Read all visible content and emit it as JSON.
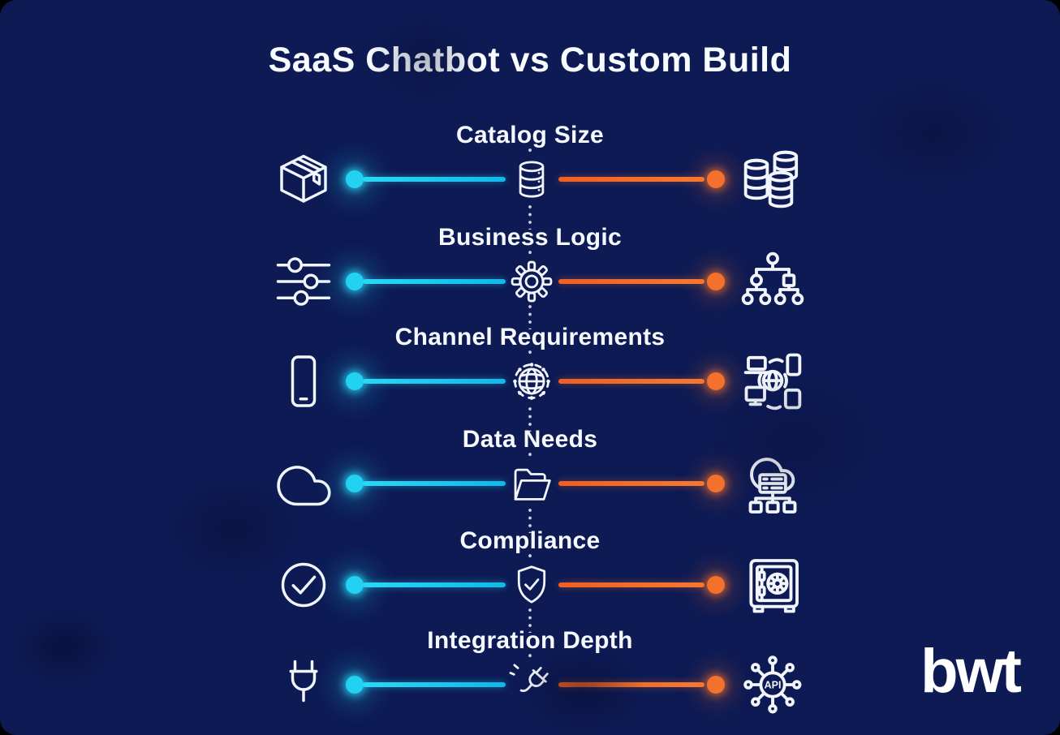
{
  "title": "SaaS Chatbot vs Custom Build",
  "colors": {
    "background": "#0d1a54",
    "icon_stroke": "#f2f6fc",
    "saas_accent": "#23d2f2",
    "custom_accent": "#f3702d"
  },
  "rows": [
    {
      "label": "Catalog Size",
      "left_icon": "package-box-icon",
      "center_icon": "database-icon",
      "right_icon": "database-cluster-icon"
    },
    {
      "label": "Business Logic",
      "left_icon": "sliders-icon",
      "center_icon": "gear-icon",
      "right_icon": "hierarchy-icon"
    },
    {
      "label": "Channel Requirements",
      "left_icon": "smartphone-icon",
      "center_icon": "network-globe-icon",
      "right_icon": "devices-network-icon"
    },
    {
      "label": "Data Needs",
      "left_icon": "cloud-icon",
      "center_icon": "open-folder-icon",
      "right_icon": "cloud-server-icon"
    },
    {
      "label": "Compliance",
      "left_icon": "check-circle-icon",
      "center_icon": "shield-check-icon",
      "right_icon": "vault-icon"
    },
    {
      "label": "Integration Depth",
      "left_icon": "plug-icon",
      "center_icon": "connector-plug-icon",
      "right_icon": "api-hub-icon",
      "right_icon_text": "API"
    }
  ],
  "logo": {
    "text": "bwt"
  }
}
